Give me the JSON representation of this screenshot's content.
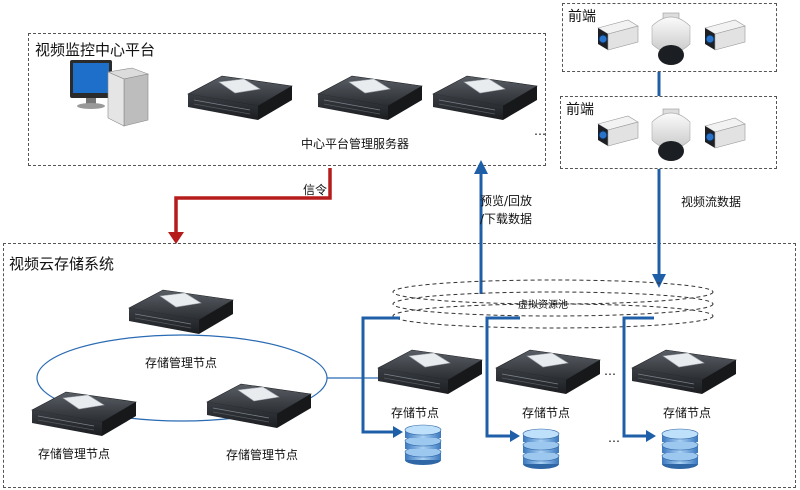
{
  "center_platform": {
    "title": "视频监控中心平台",
    "server_label": "中心平台管理服务器",
    "ellipsis": "…"
  },
  "front_ends": [
    {
      "label": "前端"
    },
    {
      "label": "前端"
    }
  ],
  "arrows": {
    "signal_label": "信令",
    "preview_label_line1": "预览/回放",
    "preview_label_line2": "/下载数据",
    "stream_label": "视频流数据"
  },
  "cloud_storage": {
    "title": "视频云存储系统",
    "virtual_pool_label": "虚拟资源池",
    "management_nodes": [
      {
        "label": "存储管理节点"
      },
      {
        "label": "存储管理节点"
      },
      {
        "label": "存储管理节点"
      }
    ],
    "storage_nodes": [
      {
        "label": "存储节点"
      },
      {
        "label": "存储节点"
      },
      {
        "label": "存储节点"
      }
    ],
    "ellipsis": "…"
  },
  "colors": {
    "signal_arrow": "#b71c1c",
    "data_arrow": "#1f5fa8",
    "server_body": "#2e3135",
    "disk": "#4f8fd0"
  }
}
